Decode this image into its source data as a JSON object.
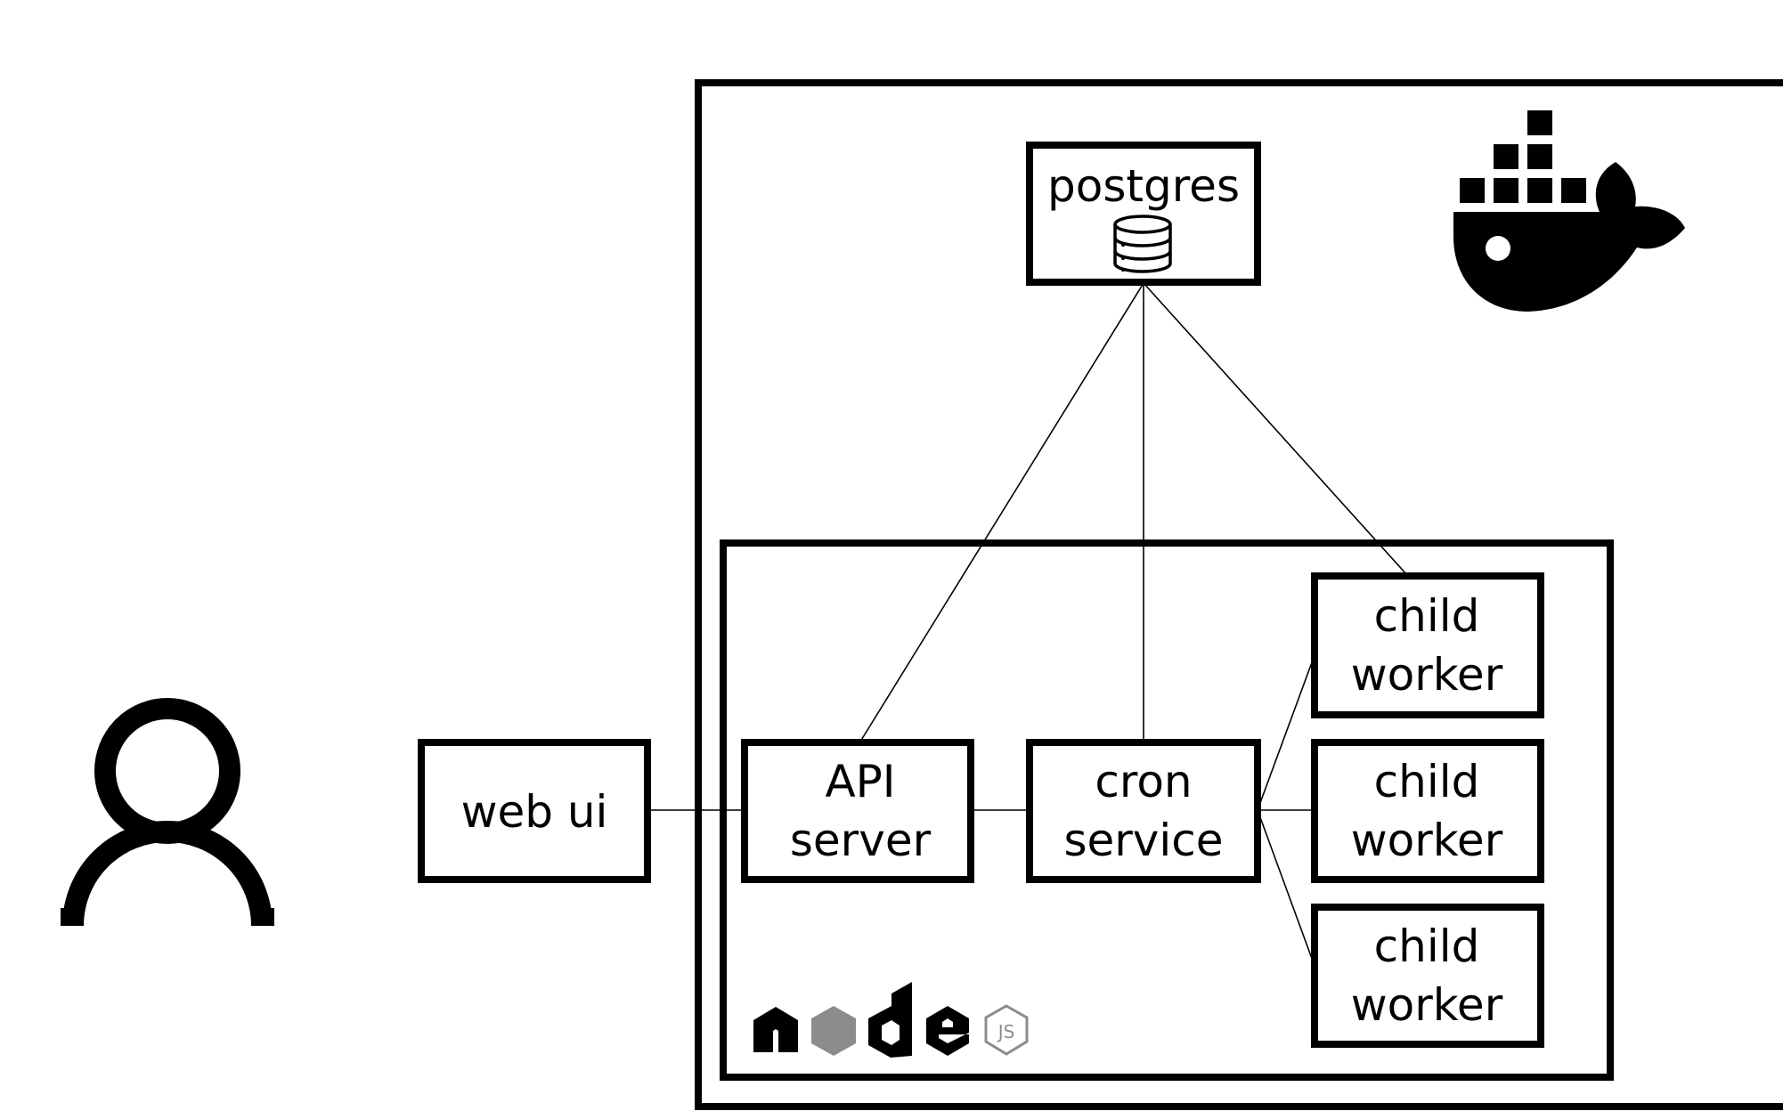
{
  "colors": {
    "stroke": "#000000",
    "background": "#ffffff",
    "nodejs_hexagon": "#8c8c8c",
    "nodejs_js_badge": "#8c8c8c"
  },
  "containers": {
    "docker_host": {
      "icon": "docker-whale-icon"
    },
    "node_runtime": {
      "logo_text": "node js"
    }
  },
  "actors": {
    "user": {
      "icon": "user-icon"
    }
  },
  "nodes": {
    "postgres": {
      "label": "postgres",
      "icon": "database-icon"
    },
    "web_ui": {
      "label": "web ui"
    },
    "api_server": {
      "line1": "API",
      "line2": "server"
    },
    "cron_service": {
      "line1": "cron",
      "line2": "service"
    },
    "child_worker_1": {
      "line1": "child",
      "line2": "worker"
    },
    "child_worker_2": {
      "line1": "child",
      "line2": "worker"
    },
    "child_worker_3": {
      "line1": "child",
      "line2": "worker"
    }
  },
  "connections": [
    {
      "from": "postgres",
      "to": "api_server"
    },
    {
      "from": "postgres",
      "to": "cron_service"
    },
    {
      "from": "postgres",
      "to": "child_worker_1"
    },
    {
      "from": "web_ui",
      "to": "api_server"
    },
    {
      "from": "api_server",
      "to": "cron_service"
    },
    {
      "from": "cron_service",
      "to": "child_worker_1"
    },
    {
      "from": "cron_service",
      "to": "child_worker_2"
    },
    {
      "from": "cron_service",
      "to": "child_worker_3"
    }
  ]
}
